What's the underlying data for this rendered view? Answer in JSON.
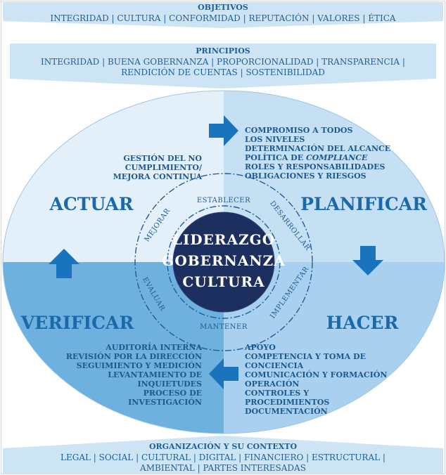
{
  "objectives": {
    "title": "OBJETIVOS",
    "items": "INTEGRIDAD | CULTURA | CONFORMIDAD | REPUTACIÓN | VALORES | ÉTICA"
  },
  "principles": {
    "title": "PRINCIPIOS",
    "line1": "INTEGRIDAD | BUENA GOBERNANZA | PROPORCIONALIDAD | TRANSPARENCIA |",
    "line2": "RENDICIÓN DE CUENTAS | SOSTENIBILIDAD"
  },
  "context": {
    "title": "ORGANIZACIÓN Y SU CONTEXTO",
    "line1": "LEGAL | SOCIAL | CULTURAL | DIGITAL | FINANCIERO | ESTRUCTURAL |",
    "line2": "AMBIENTAL | PARTES INTERESADAS"
  },
  "quadrants": {
    "act": {
      "title": "ACTUAR",
      "lines": [
        "GESTIÓN DEL NO",
        "CUMPLIMIENTO/",
        "MEJORA CONTINUA"
      ]
    },
    "plan": {
      "title": "PLANIFICAR",
      "lines": [
        "COMPROMISO A TODOS",
        "LOS NIVELES",
        "DETERMINACIÓN DEL ALCANCE",
        "POLÍTICA DE COMPLIANCE",
        "ROLES Y RESPONSABILIDADES",
        "OBLIGACIONES Y RIESGOS"
      ]
    },
    "do": {
      "title": "HACER",
      "lines": [
        "APOYO",
        "COMPETENCIA Y TOMA DE",
        "CONCIENCIA",
        "COMUNICACIÓN Y FORMACIÓN",
        "OPERACIÓN",
        "CONTROLES Y",
        "PROCEDIMIENTOS",
        "DOCUMENTACIÓN"
      ]
    },
    "check": {
      "title": "VERIFICAR",
      "lines": [
        "AUDITORÍA INTERNA",
        "REVISIÓN POR LA DIRECCIÓN",
        "SEGUIMIENTO Y MEDICIÓN",
        "LEVANTAMIENTO DE",
        "INQUIETUDES",
        "PROCESO DE",
        "INVESTIGACIÓN"
      ]
    }
  },
  "core": {
    "line1": "LIDERAZGO",
    "line2": "GOBERNANZA",
    "line3": "CULTURA"
  },
  "ring": {
    "establish": "ESTABLECER",
    "develop": "DESARROLLAR",
    "implement": "IMPLEMENTAR",
    "maintain": "MANTENER",
    "evaluate": "EVALUAR",
    "improve": "MEJORAR"
  },
  "colors": {
    "banner": "#cde4f5",
    "q_tl": "#e3eff9",
    "q_tr": "#c5dff3",
    "q_bl": "#6eb0de",
    "q_br": "#a9d0ee",
    "arrow": "#1a74bd",
    "core": "#1d2f5e"
  }
}
